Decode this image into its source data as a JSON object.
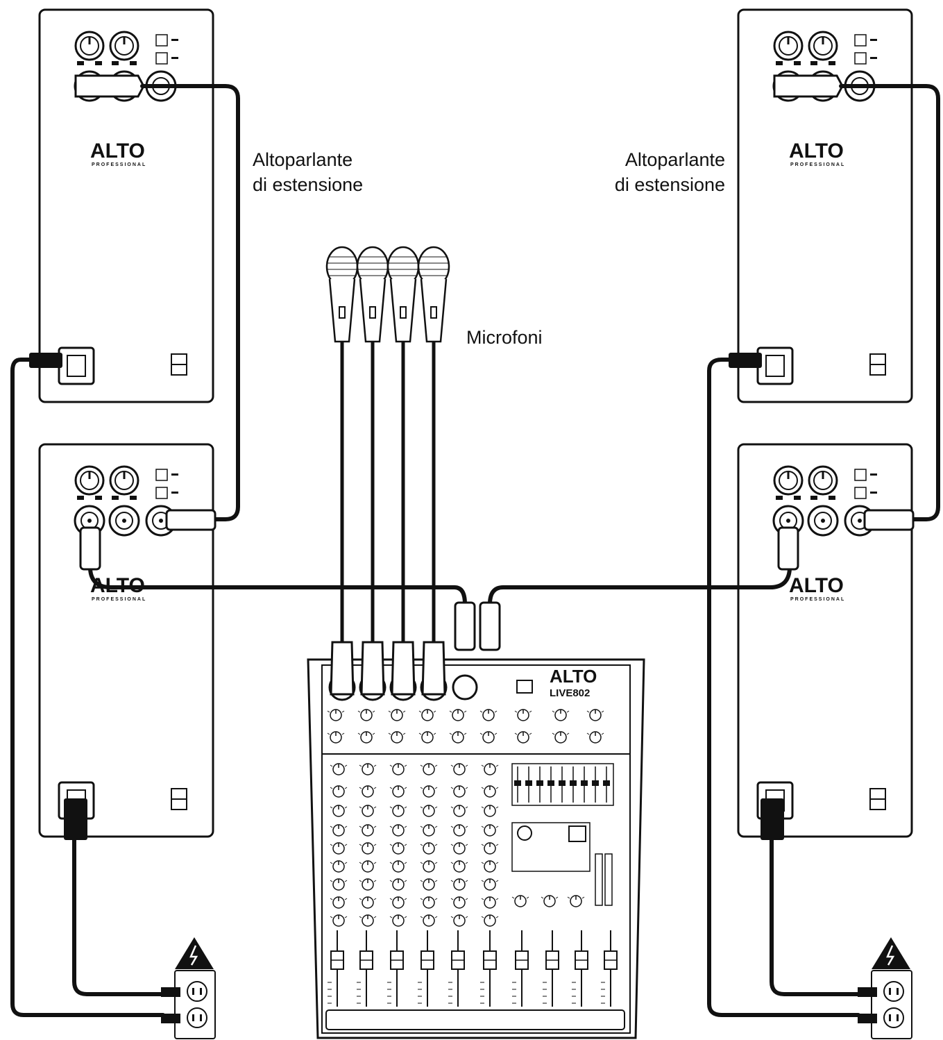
{
  "labels": {
    "ext_left_line1": "Altoparlante",
    "ext_left_line2": "di estensione",
    "ext_right_line1": "Altoparlante",
    "ext_right_line2": "di estensione",
    "microphones": "Microfoni"
  },
  "brand": {
    "logo": "ALTO",
    "logo_sub": "PROFESSIONAL",
    "mixer_model": "LIVE802"
  },
  "icons": [
    "xlr-connector-icon",
    "iec-power-inlet-icon",
    "power-switch-icon",
    "volume-knob-icon",
    "microphone-icon",
    "wall-outlet-icon",
    "high-voltage-warning-icon",
    "mixer-fader-icon"
  ],
  "colors": {
    "line": "#111111",
    "fill": "#ffffff"
  }
}
